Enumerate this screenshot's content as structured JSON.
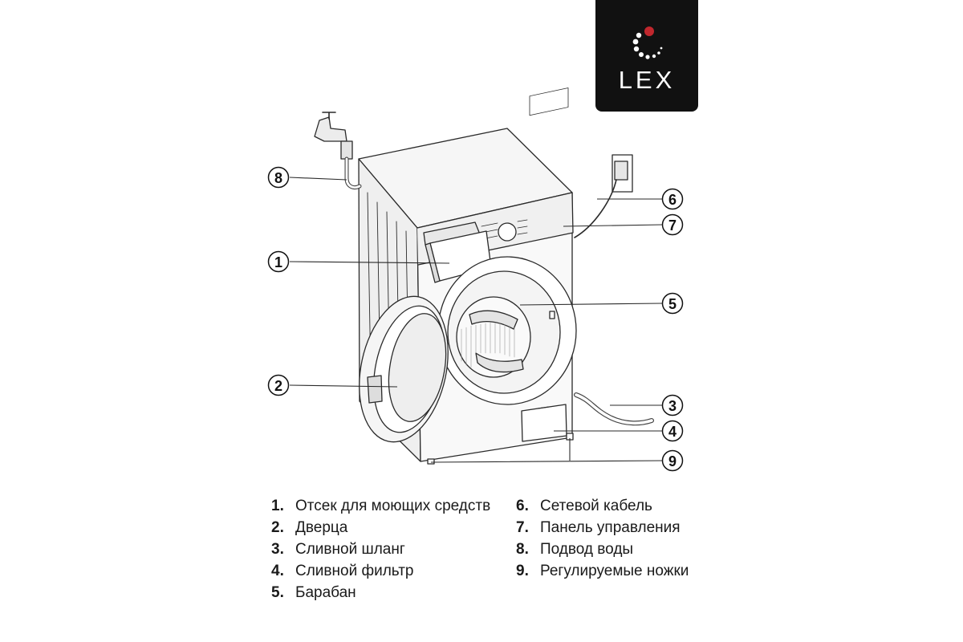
{
  "logo": {
    "text": "LEX"
  },
  "callouts": [
    "1",
    "2",
    "3",
    "4",
    "5",
    "6",
    "7",
    "8",
    "9"
  ],
  "legend_left": [
    {
      "num": "1.",
      "label": "Отсек для моющих средств"
    },
    {
      "num": "2.",
      "label": "Дверца"
    },
    {
      "num": "3.",
      "label": "Сливной шланг"
    },
    {
      "num": "4.",
      "label": "Сливной фильтр"
    },
    {
      "num": "5.",
      "label": "Барабан"
    }
  ],
  "legend_right": [
    {
      "num": "6.",
      "label": "Сетевой кабель"
    },
    {
      "num": "7.",
      "label": "Панель управления"
    },
    {
      "num": "8.",
      "label": "Подвод воды"
    },
    {
      "num": "9.",
      "label": "Регулируемые ножки"
    }
  ],
  "colors": {
    "logo_bg": "#111111",
    "logo_accent": "#c0272d",
    "line": "#2a2a2a"
  }
}
